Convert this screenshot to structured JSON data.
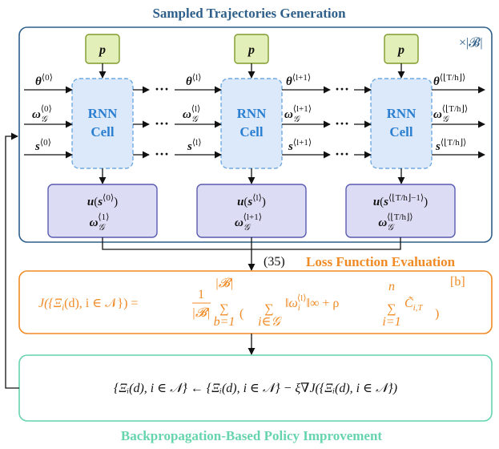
{
  "titles": {
    "top": "Sampled Trajectories Generation",
    "loss": "Loss Function Evaluation",
    "bottom": "Backpropagation-Based Policy Improvement"
  },
  "batch_label": "×|𝓑|",
  "eq_ref": "(35)",
  "policy_param": "p",
  "cell_label_line1": "RNN",
  "cell_label_line2": "Cell",
  "dots": "···",
  "cells": [
    {
      "theta_sup": "⟨0⟩",
      "omega_sup": "⟨0⟩",
      "s_sup": "⟨0⟩",
      "out_theta_sup": "",
      "out_omega_sup": "",
      "out_s_sup": "",
      "u_arg_sup": "⟨0⟩",
      "w_sup": "⟨1⟩"
    },
    {
      "theta_sup": "⟨l⟩",
      "omega_sup": "⟨l⟩",
      "s_sup": "⟨l⟩",
      "out_theta_sup": "⟨l+1⟩",
      "out_omega_sup": "⟨l+1⟩",
      "out_s_sup": "⟨l+1⟩",
      "u_arg_sup": "⟨l⟩",
      "w_sup": "⟨l+1⟩"
    },
    {
      "theta_sup": "",
      "omega_sup": "",
      "s_sup": "",
      "out_theta_sup": "⟨⌊T/h⌋⟩",
      "out_omega_sup": "⟨⌊T/h⌋⟩",
      "out_s_sup": "⟨⌊T/h⌋⟩",
      "u_arg_sup": "⟨⌊T/h⌋−1⟩",
      "w_sup": "⟨⌊T/h⌋⟩"
    }
  ],
  "loss_equation": {
    "lhs": "J({Ξ",
    "lhs2": "(d), i ∈ 𝒩}) =",
    "frac_num": "1",
    "frac_den": "|𝓑|",
    "sum_top": "|𝓑|",
    "sum_bottom": "b=1",
    "inner_sum_bottom": "i∈𝒢",
    "norm": "‖ω",
    "norm_sup": "⟨l⟩",
    "norm_end": "‖∞ + ρ",
    "inner_sum2_top": "n",
    "inner_sum2_bottom": "i=1",
    "ctilde": "C̃",
    "ctilde_sub": "i,T",
    "outer_sup": "[b]"
  },
  "update_equation": "{Ξᵢ(d), i ∈ 𝒩} ← {Ξᵢ(d), i ∈ 𝒩} − ξ∇J({Ξᵢ(d), i ∈ 𝒩})",
  "colors": {
    "top_border": "#2e5f8a",
    "loss_border": "#f08a24",
    "bottom_border": "#66d4ad",
    "p_fill": "#e3efb9",
    "p_border": "#7f9b2b",
    "cell_border": "#6fa8e0",
    "cell_fill": "#dbe9fb",
    "out_fill": "#dcdcf4",
    "out_border": "#5a5ab0"
  }
}
